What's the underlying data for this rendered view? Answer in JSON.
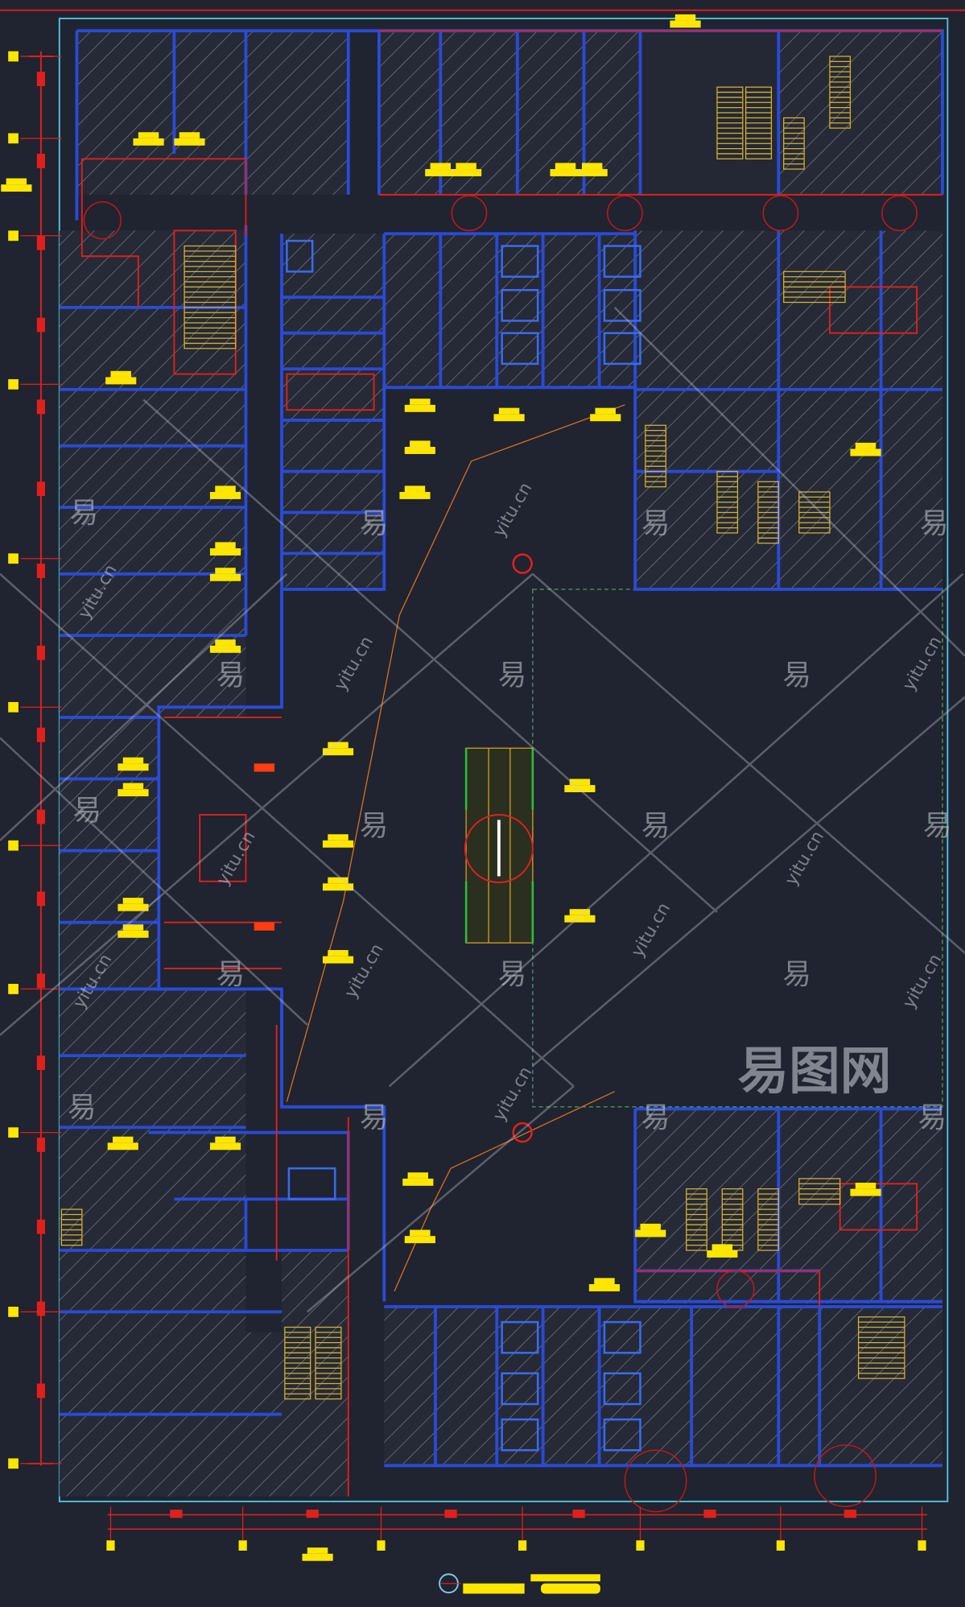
{
  "drawing": {
    "type": "architectural floor plan (CAD)",
    "colors": {
      "background": "#1f2430",
      "wall": "#2a4bd8",
      "accent_red": "#e0201c",
      "label_yellow": "#ffe600",
      "border_cyan": "#4fc3d9",
      "hatch": "#8a8f9a",
      "circulation_orange": "#e07020",
      "green": "#2fbf3a"
    }
  },
  "watermark": {
    "logo": "易图网",
    "site": "yitu.cn",
    "glyph": "易"
  }
}
